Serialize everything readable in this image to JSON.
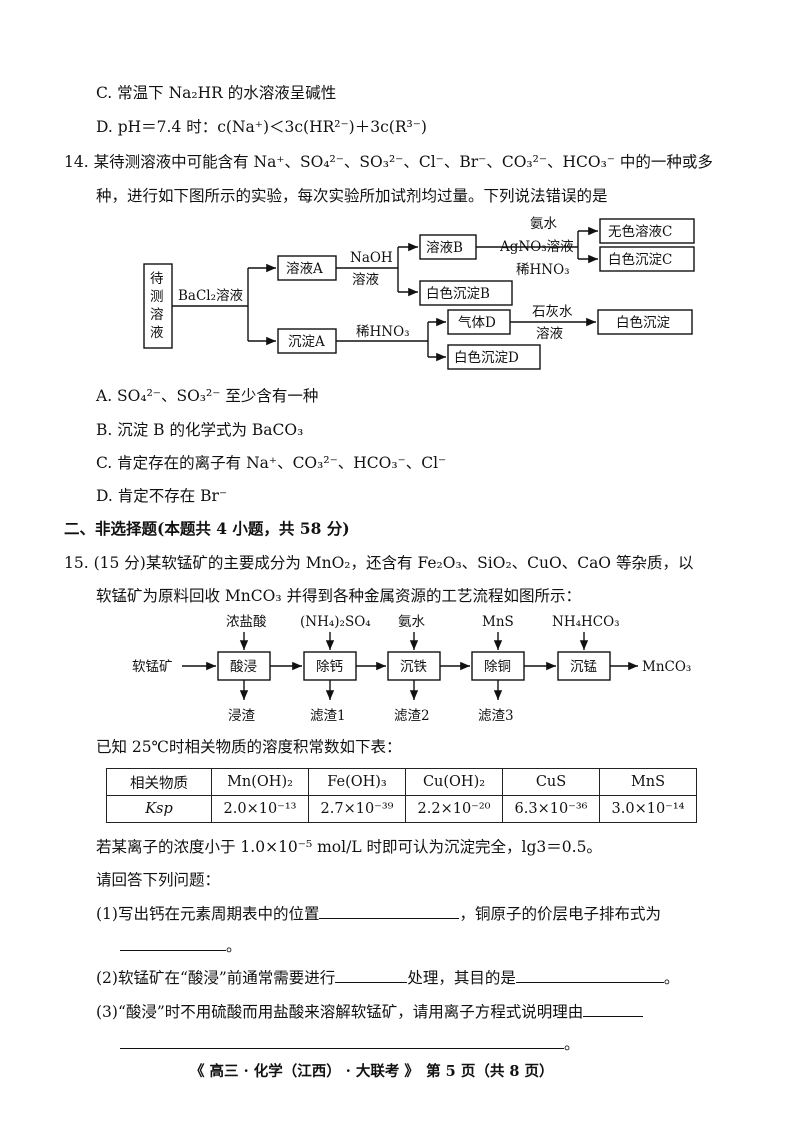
{
  "lines": {
    "q13c": "C. 常温下 Na₂HR 的水溶液呈碱性",
    "q13d": "D. pH＝7.4 时：c(Na⁺)＜3c(HR²⁻)＋3c(R³⁻)",
    "q14_1": "14. 某待测溶液中可能含有 Na⁺、SO₄²⁻、SO₃²⁻、Cl⁻、Br⁻、CO₃²⁻、HCO₃⁻ 中的一种或多",
    "q14_2": "种，进行如下图所示的实验，每次实验所加试剂均过量。下列说法错误的是",
    "q14a": "A. SO₄²⁻、SO₃²⁻ 至少含有一种",
    "q14b": "B. 沉淀 B 的化学式为 BaCO₃",
    "q14c": "C. 肯定存在的离子有 Na⁺、CO₃²⁻、HCO₃⁻、Cl⁻",
    "q14d": "D. 肯定不存在 Br⁻",
    "sec2": "二、非选择题(本题共 4 小题，共 58 分)",
    "q15_1": "15. (15 分)某软锰矿的主要成分为 MnO₂，还含有 Fe₂O₃、SiO₂、CuO、CaO 等杂质，以",
    "q15_2": "软锰矿为原料回收 MnCO₃ 并得到各种金属资源的工艺流程如图所示：",
    "known": "已知 25℃时相关物质的溶度积常数如下表：",
    "cond": "若某离子的浓度小于 1.0×10⁻⁵ mol/L 时即可认为沉淀完全，lg3＝0.5。",
    "ask": "请回答下列问题：",
    "p1a": "(1)写出钙在元素周期表中的位置",
    "p1b": "，铜原子的价层电子排布式为",
    "p1c": "。",
    "p2a": "(2)软锰矿在“酸浸”前通常需要进行",
    "p2b": "处理，其目的是",
    "p2c": "。",
    "p3a": "(3)“酸浸”时不用硫酸而用盐酸来溶解软锰矿，请用离子方程式说明理由",
    "p3b": "。"
  },
  "diagram14": {
    "start": [
      "待",
      "测",
      "溶",
      "液"
    ],
    "bacl2": "BaCl₂溶液",
    "solA": "溶液A",
    "naoh1": "NaOH",
    "naoh2": "溶液",
    "solB": "溶液B",
    "ammonia": "氨水",
    "agno3": "AgNO₃溶液",
    "hno3_dil": "稀HNO₃",
    "colorlessC": "无色溶液C",
    "whiteC": "白色沉淀C",
    "whiteB": "白色沉淀B",
    "pptA": "沉淀A",
    "hno3_2": "稀HNO₃",
    "gasD": "气体D",
    "limewater1": "石灰水",
    "limewater2": "溶液",
    "whitePpt": "白色沉淀",
    "whiteD": "白色沉淀D"
  },
  "flow15": {
    "input": "软锰矿",
    "reagents": [
      "浓盐酸",
      "(NH₄)₂SO₄",
      "氨水",
      "MnS",
      "NH₄HCO₃"
    ],
    "steps": [
      "酸浸",
      "除钙",
      "沉铁",
      "除铜",
      "沉锰"
    ],
    "residues": [
      "浸渣",
      "滤渣1",
      "滤渣2",
      "滤渣3"
    ],
    "product": "MnCO₃"
  },
  "ksp_table": {
    "header": [
      "相关物质",
      "Mn(OH)₂",
      "Fe(OH)₃",
      "Cu(OH)₂",
      "CuS",
      "MnS"
    ],
    "row_label": "Ksp",
    "values": [
      "2.0×10⁻¹³",
      "2.7×10⁻³⁹",
      "2.2×10⁻²⁰",
      "6.3×10⁻³⁶",
      "3.0×10⁻¹⁴"
    ]
  },
  "footer": "《 高三 · 化学（江西） · 大联考 》　第 5 页（共 8 页）"
}
